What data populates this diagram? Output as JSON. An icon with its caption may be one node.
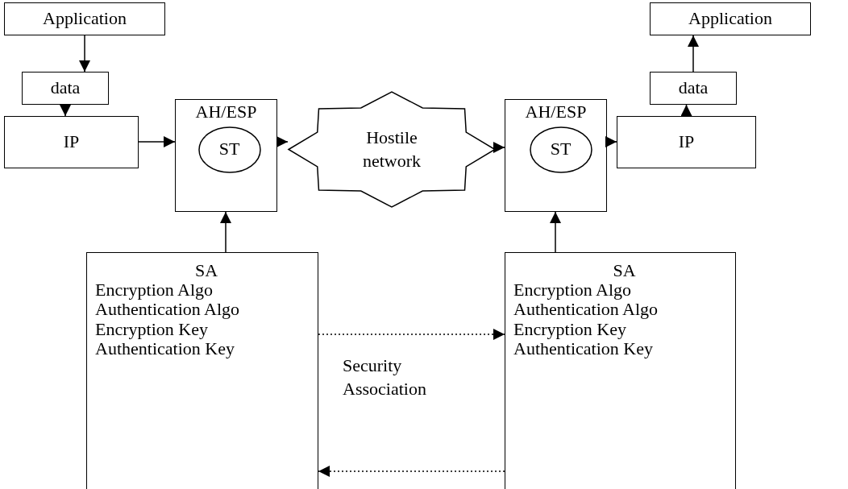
{
  "diagram": {
    "nodes": [
      {
        "text": [
          "Application"
        ]
      },
      {
        "text": [
          "data"
        ]
      },
      {
        "text": [
          "IP"
        ]
      },
      {
        "text": [
          "AH/ESP"
        ]
      },
      {
        "text": [
          "ST"
        ],
        "in": 3
      },
      {
        "text": [
          "Hostile network"
        ]
      },
      {
        "text": [
          "AH/ESP"
        ]
      },
      {
        "text": [
          "ST"
        ],
        "in": 6
      },
      {
        "text": [
          "IP"
        ]
      },
      {
        "text": [
          "data"
        ]
      },
      {
        "text": [
          "Application"
        ]
      },
      {
        "text": [
          "SA",
          "Encryption Algo",
          "Authentication Algo",
          "Encryption Key",
          "Authentication Key"
        ]
      },
      {
        "text": [
          "SA",
          "Encryption Algo",
          "Authentication Algo",
          "Encryption Key",
          "Authentication Key"
        ]
      }
    ],
    "edges": [
      {
        "from": 0,
        "to": 1,
        "arrow": "to"
      },
      {
        "from": 1,
        "to": 2,
        "arrow": "to"
      },
      {
        "from": 2,
        "to": 3,
        "arrow": "to"
      },
      {
        "from": 3,
        "to": 5,
        "arrow": "to"
      },
      {
        "from": 5,
        "to": 6,
        "arrow": "to"
      },
      {
        "from": 6,
        "to": 8,
        "arrow": "to"
      },
      {
        "from": 8,
        "to": 9,
        "arrow": "to"
      },
      {
        "from": 9,
        "to": 10,
        "arrow": "to"
      },
      {
        "from": 11,
        "to": 3,
        "arrow": "to"
      },
      {
        "from": 12,
        "to": 6,
        "arrow": "to"
      },
      {
        "from": 11,
        "to": 12,
        "arrow": "to",
        "style": "dashed"
      },
      {
        "from": 12,
        "to": 11,
        "arrow": "to",
        "style": "dashed"
      }
    ],
    "labels": [
      "Security Association"
    ]
  }
}
